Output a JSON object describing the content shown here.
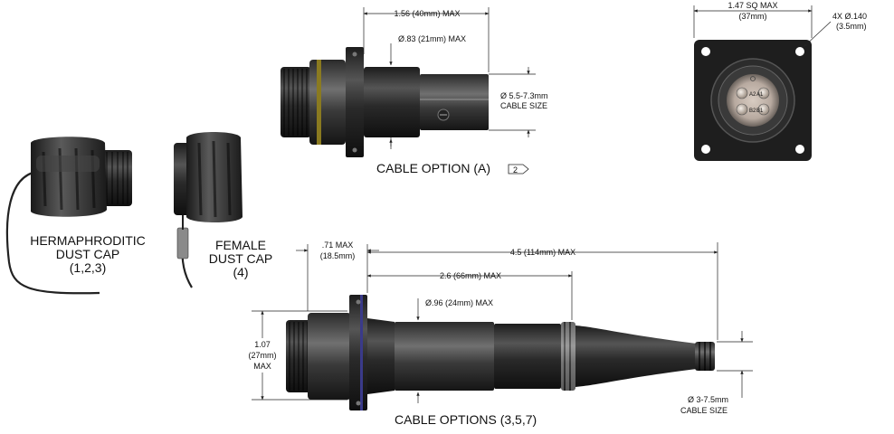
{
  "top_connector": {
    "caption": "CABLE OPTION (A)",
    "flag": "2",
    "dim_length": "1.56 (40mm) MAX",
    "dim_diameter": "Ø.83 (21mm) MAX",
    "dim_cable_1": "Ø 5.5-7.3mm",
    "dim_cable_2": "CABLE SIZE"
  },
  "face_view": {
    "dim_square_1": "1.47 SQ MAX",
    "dim_square_2": "(37mm)",
    "dim_holes_1": "4X Ø.140",
    "dim_holes_2": "(3.5mm)",
    "pins": [
      "A2",
      "A1",
      "B2",
      "B1"
    ]
  },
  "herm_cap": {
    "line1": "HERMAPHRODITIC",
    "line2": "DUST CAP",
    "line3": "(1,2,3)"
  },
  "female_cap": {
    "line1": "FEMALE",
    "line2": "DUST CAP",
    "line3": "(4)"
  },
  "bottom_connector": {
    "caption": "CABLE OPTIONS (3,5,7)",
    "dim_flange_1": ".71 MAX",
    "dim_flange_2": "(18.5mm)",
    "dim_total": "4.5 (114mm) MAX",
    "dim_body": "2.6 (66mm) MAX",
    "dim_diameter": "Ø.96 (24mm) MAX",
    "dim_height_1": "1.07",
    "dim_height_2": "(27mm)",
    "dim_height_3": "MAX",
    "dim_cable_1": "Ø 3-7.5mm",
    "dim_cable_2": "CABLE SIZE"
  }
}
